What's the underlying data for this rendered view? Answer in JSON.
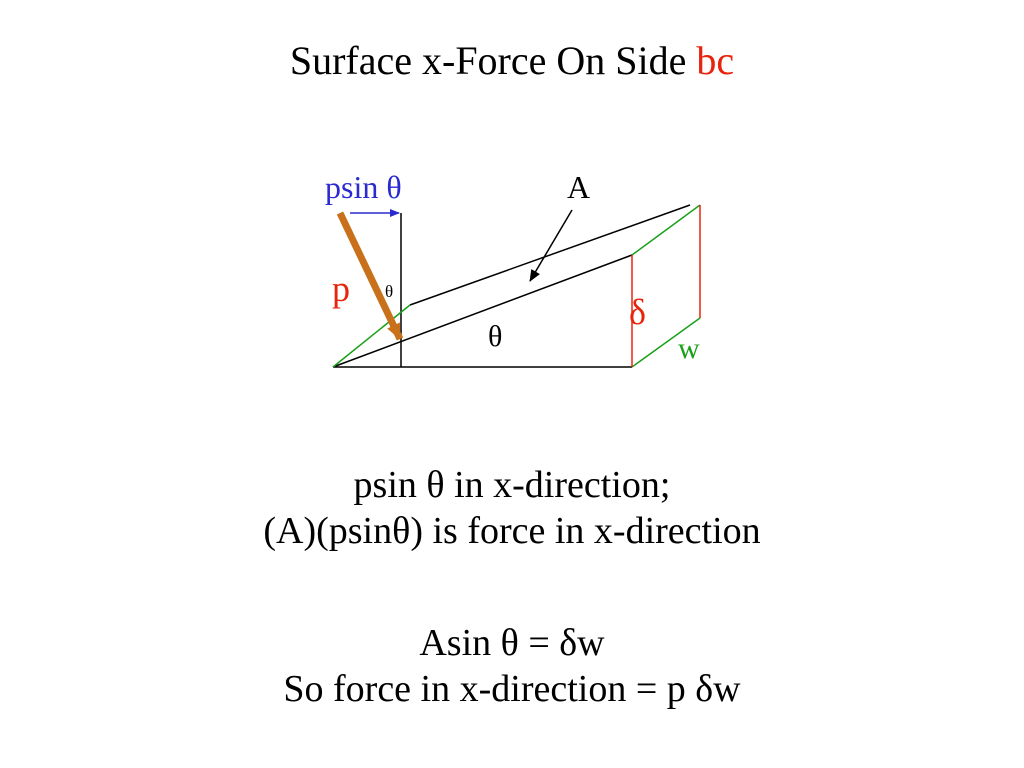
{
  "title": {
    "main": "Surface x-Force On Side ",
    "highlight": "bc"
  },
  "diagram": {
    "label_psin": "psin θ",
    "label_A": "A",
    "label_p": "p",
    "label_theta_small": "θ",
    "label_theta": "θ",
    "label_delta": "δ",
    "label_w": "w"
  },
  "text_block_1": {
    "line1": "psin θ in x-direction;",
    "line2": "(A)(psinθ) is force in x-direction"
  },
  "text_block_2": {
    "line1": "Asin θ = δw",
    "line2": "So force in x-direction = p δw"
  },
  "colors": {
    "accent_red": "#e8240c",
    "blue": "#2a2ad0",
    "green": "#1aa01a",
    "orange": "#c8701a"
  }
}
